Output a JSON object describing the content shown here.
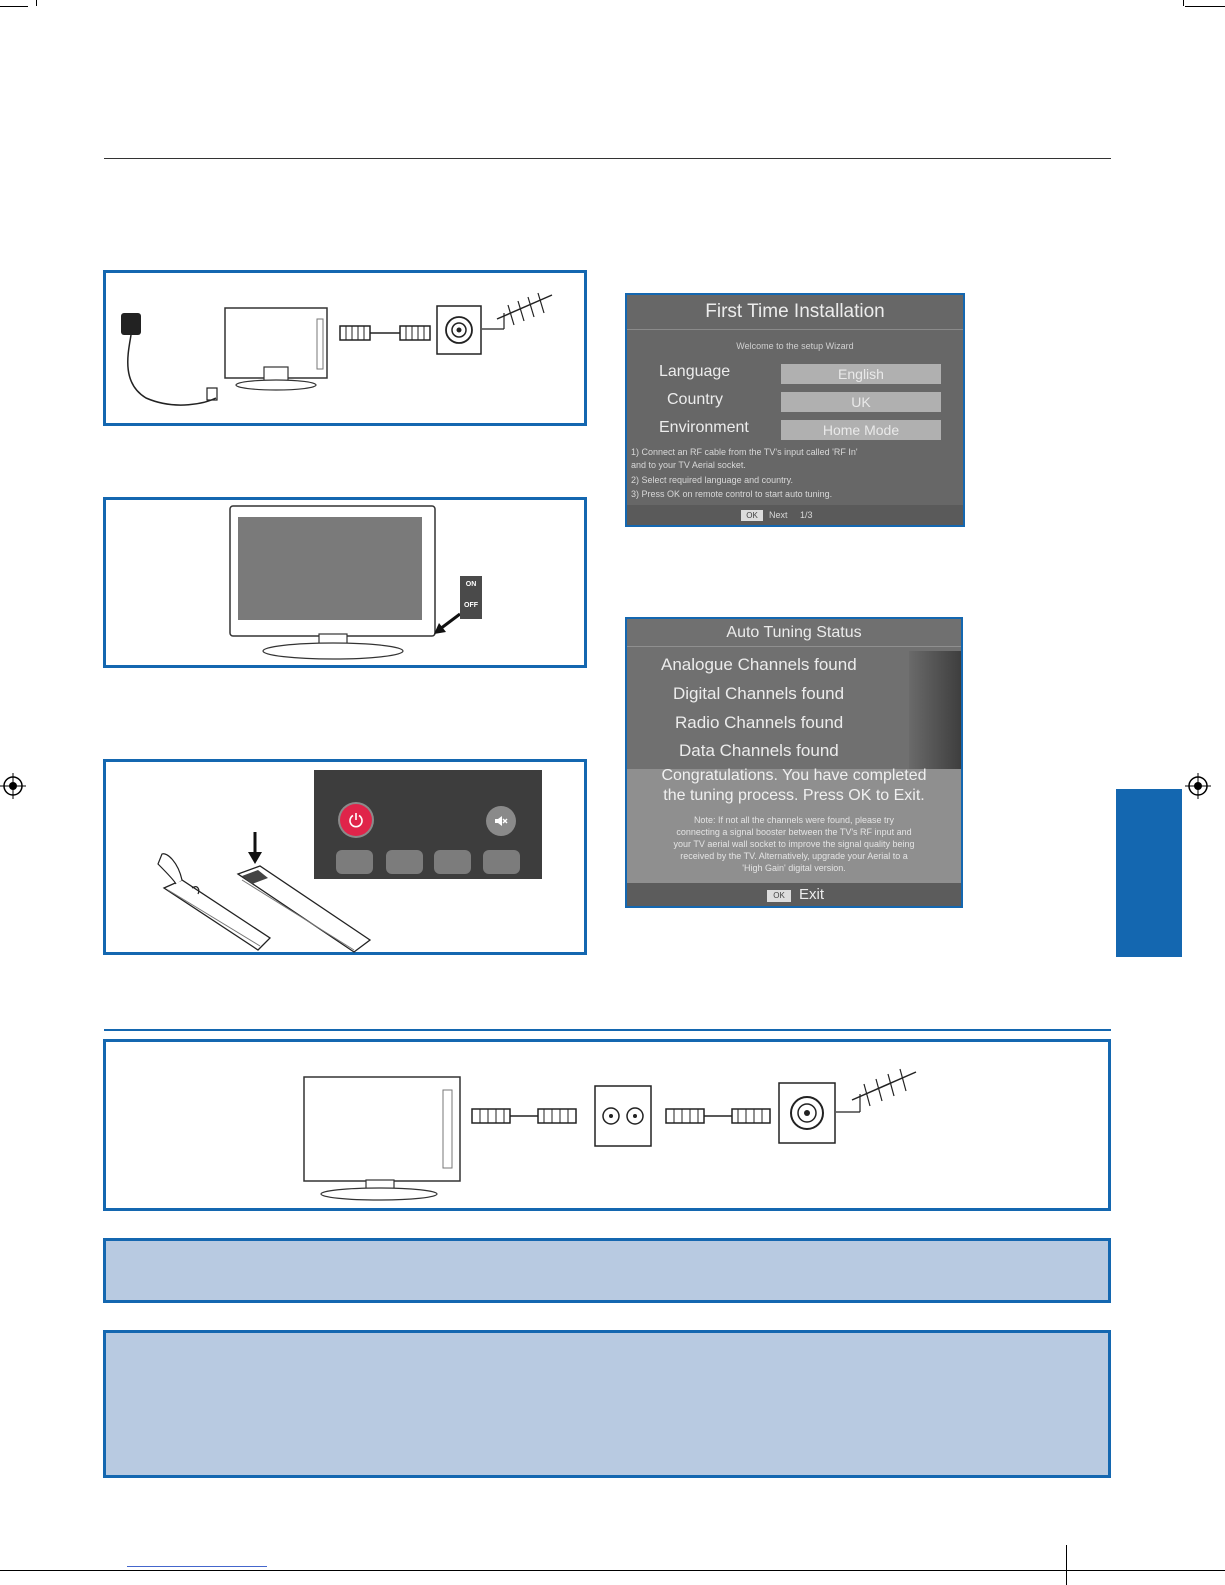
{
  "switch": {
    "on_label": "ON",
    "off_label": "OFF"
  },
  "osd_first": {
    "title": "First Time Installation",
    "subtitle": "Welcome to the setup Wizard",
    "rows": [
      {
        "label": "Language",
        "value": "English"
      },
      {
        "label": "Country",
        "value": "UK"
      },
      {
        "label": "Environment",
        "value": "Home Mode"
      }
    ],
    "instructions": [
      "1) Connect an RF cable from the TV's input called 'RF In'",
      "and to your TV Aerial socket.",
      "2) Select required language and country.",
      "3) Press OK on remote control to start auto tuning."
    ],
    "footer_key": "OK",
    "footer_text": "Next     1/3"
  },
  "osd_tuning": {
    "title": "Auto Tuning Status",
    "rows": [
      {
        "label": "Analogue  Channels found"
      },
      {
        "label": "Digital Channels found"
      },
      {
        "label": "Radio Channels found"
      },
      {
        "label": "Data Channels found"
      }
    ],
    "congrats_line1": "Congratulations. You have completed",
    "congrats_line2": "the tuning process. Press OK to Exit.",
    "note_lines": [
      "Note: If not all the channels were found, please try",
      "connecting a signal booster between the TV's RF input and",
      "your TV aerial wall socket to improve the signal quality being",
      "received by the TV. Alternatively, upgrade your Aerial to a",
      "'High Gain' digital version."
    ],
    "footer_key": "OK",
    "footer_text": "Exit"
  },
  "colors": {
    "accent": "#1467b0",
    "note_fill": "#b8cae1",
    "power": "#e0244a"
  }
}
